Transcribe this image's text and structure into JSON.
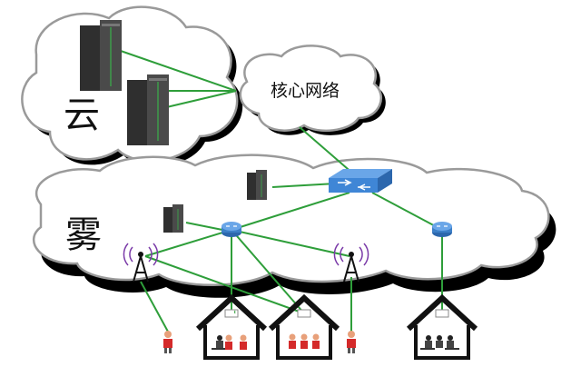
{
  "labels": {
    "cloud": "云",
    "core_network": "核心网络",
    "fog": "雾"
  },
  "colors": {
    "link": "#2e9e3a",
    "cloud_outline": "#9a9a9a",
    "shadow": "#000000",
    "router": "#3c7fc7",
    "switch": "#3f86d6",
    "server": "#3a3a3a"
  },
  "icons": {
    "server": "server-rack-icon",
    "switch": "network-switch-icon",
    "router": "router-icon",
    "antenna": "wireless-tower-icon",
    "house": "house-icon",
    "person": "person-icon",
    "wifi": "wifi-ap-icon"
  }
}
